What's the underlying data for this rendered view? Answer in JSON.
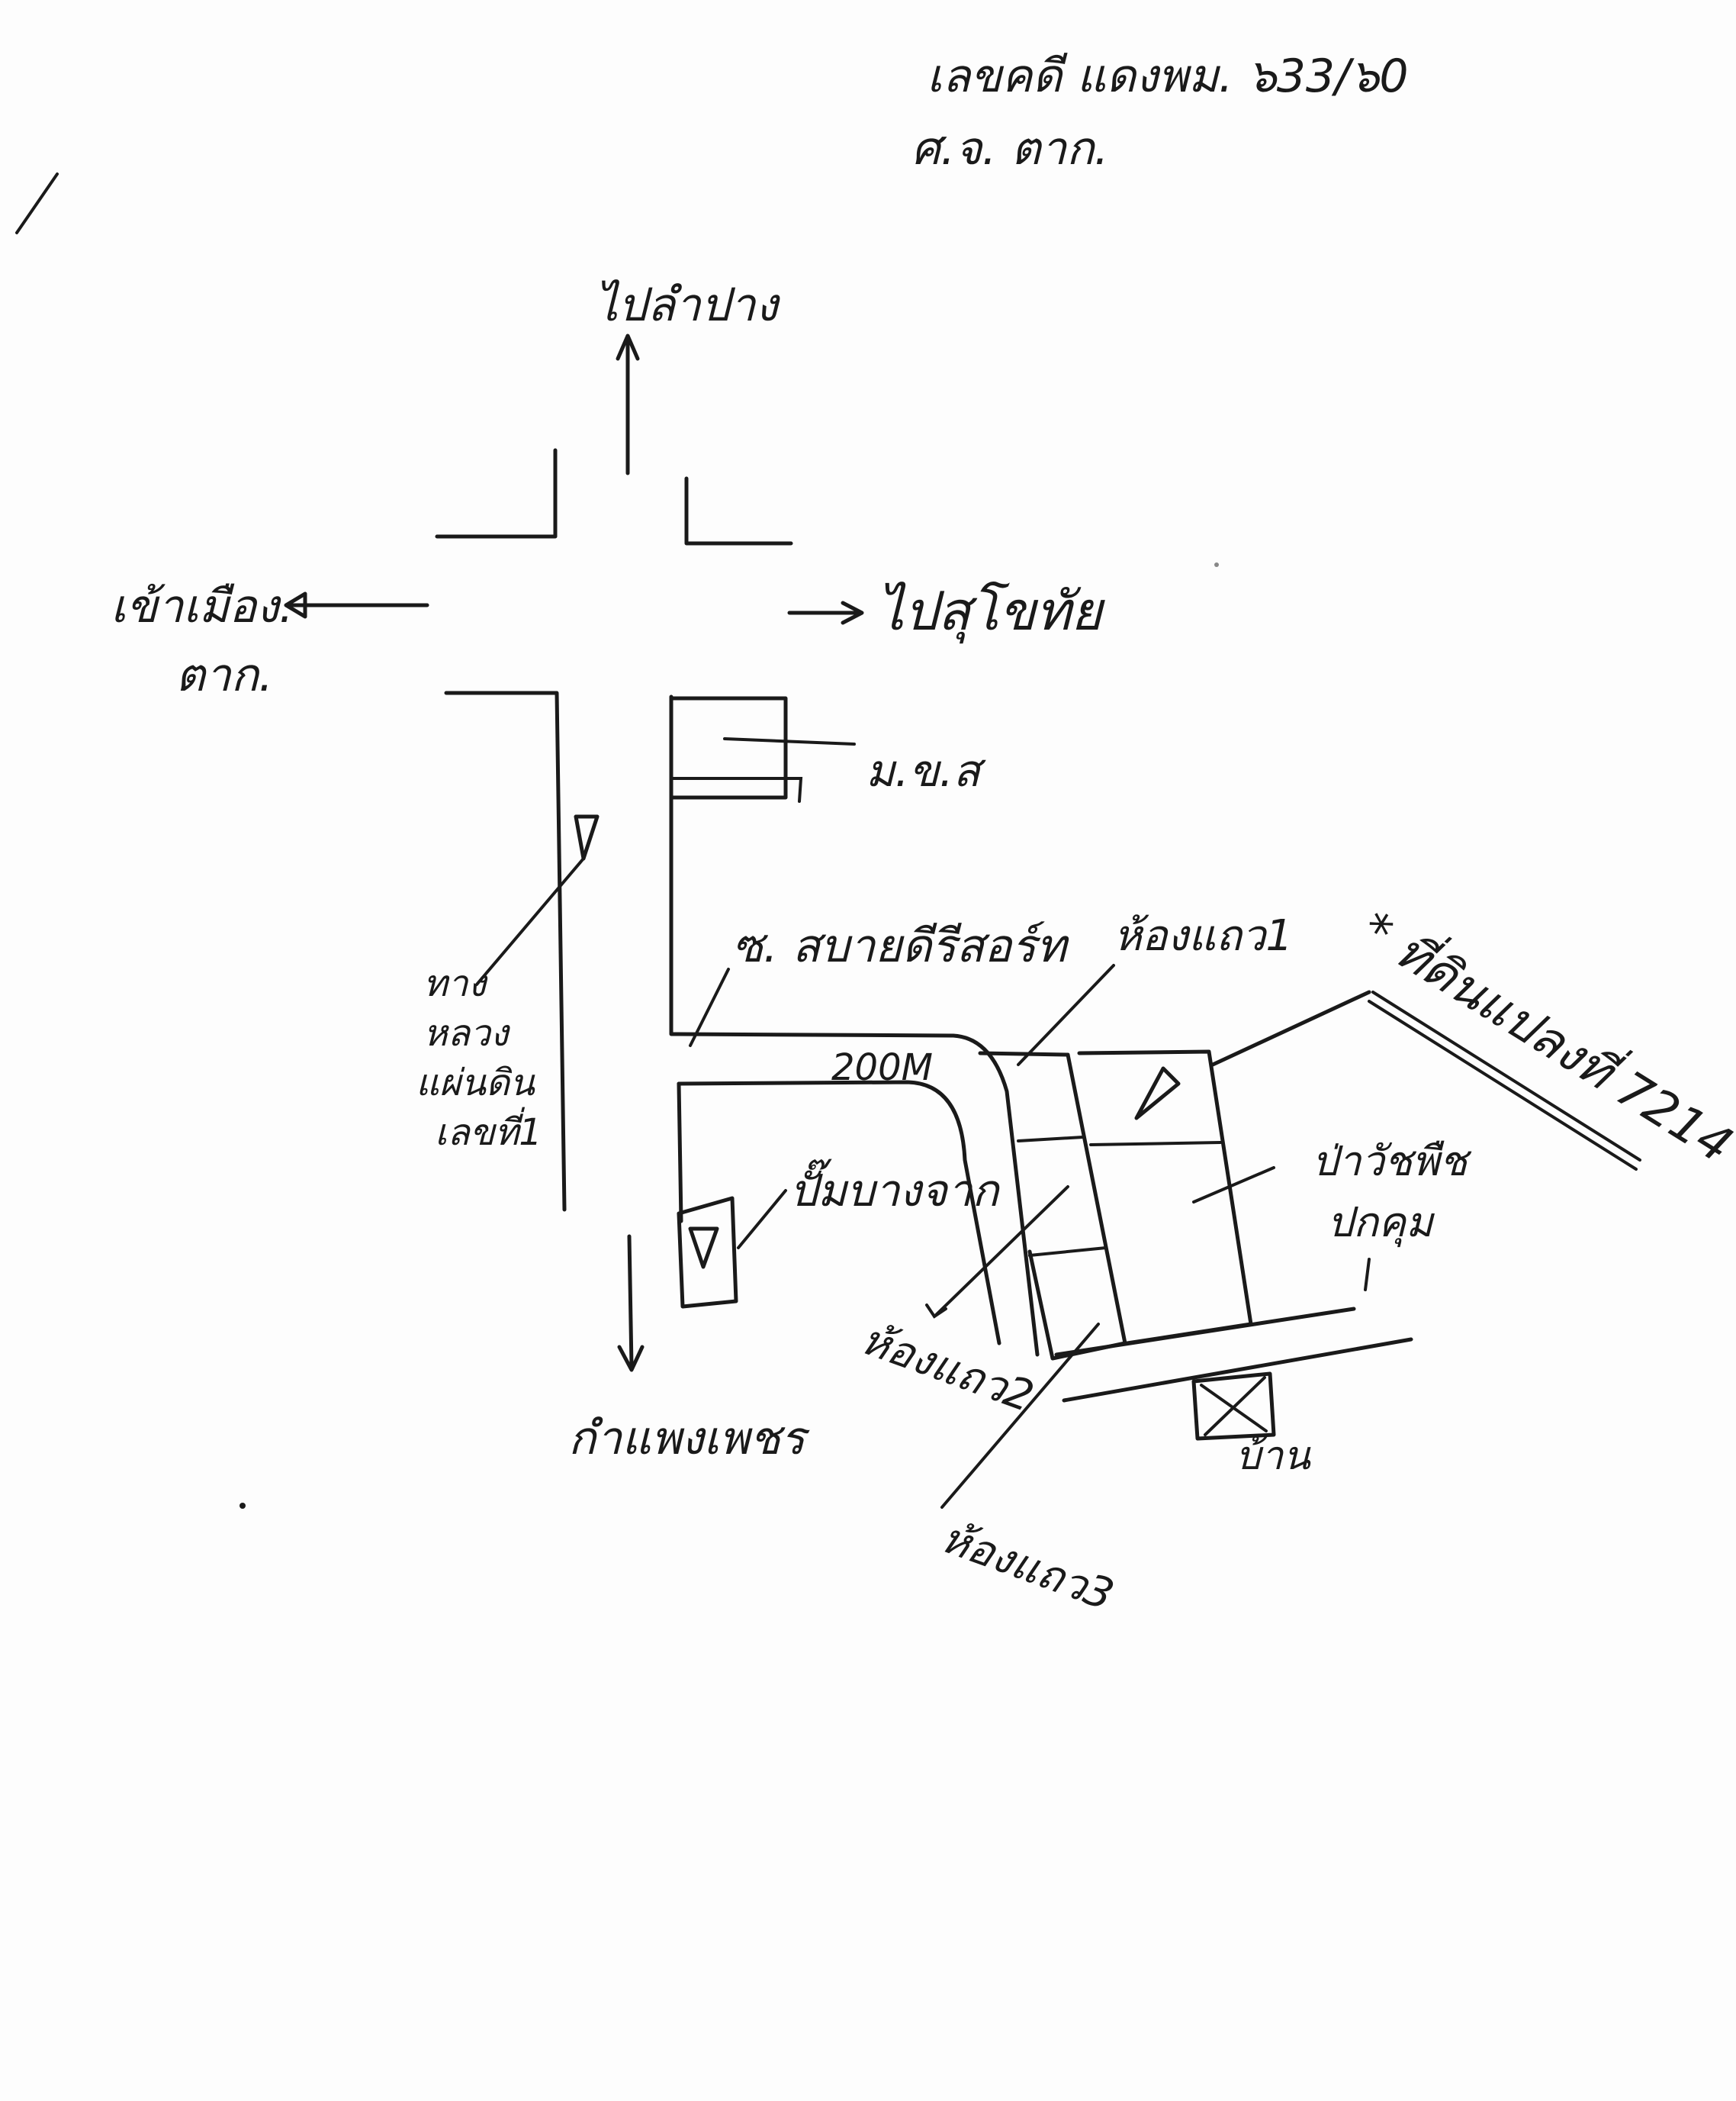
{
  "header": {
    "line1": "เลขคดี แดงพม. ๖33/๖0",
    "line2": "ศ.จ. ตาก."
  },
  "map": {
    "north": "ไปลำปาง",
    "west_line1": "เข้าเมือง.",
    "west_line2": "ตาก.",
    "east": "ไปสุโขทัย",
    "south": "กำแพงเพชร",
    "school": "ม.ข.ส",
    "highway": [
      "ทาง",
      "หลวง",
      "แผ่นดิน",
      "เลขที่1"
    ],
    "soi": "ซ. สบายดีรีสอร์ท",
    "distance": "200M",
    "shophouse1": "ห้องแถว1",
    "shophouse2": "ห้องแถว2",
    "shophouse3": "ห้องแถว3",
    "gas_station": "ปั๊มบางจาก",
    "plot": "* ที่ดินแปลงที่ 7214 *",
    "forest": [
      "ป่าวัชพืช",
      "ปกคุม"
    ],
    "house": "บ้าน"
  }
}
